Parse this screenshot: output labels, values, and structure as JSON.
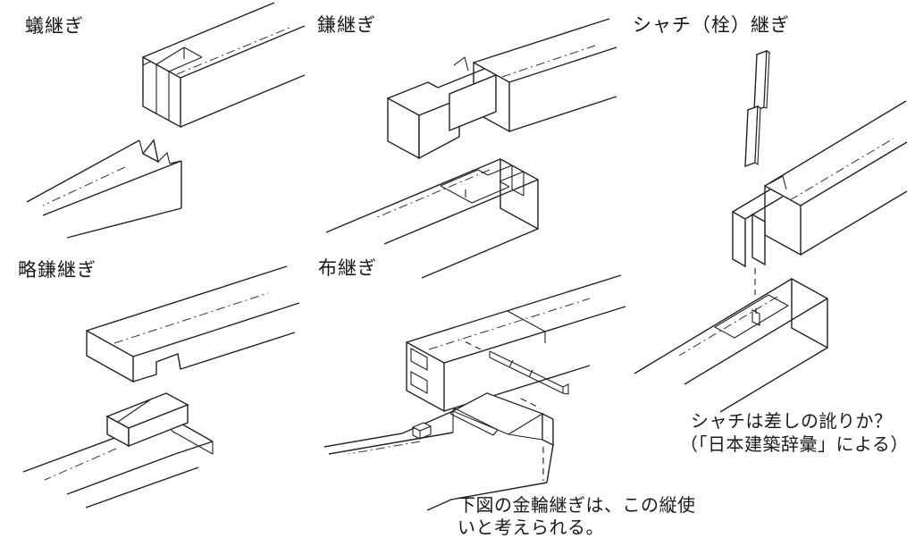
{
  "figures": [
    {
      "id": "ari",
      "label": "蟻継ぎ"
    },
    {
      "id": "kama",
      "label": "鎌継ぎ"
    },
    {
      "id": "shachi",
      "label": "シャチ（栓）継ぎ"
    },
    {
      "id": "ryakukama",
      "label": "略鎌継ぎ"
    },
    {
      "id": "nuno",
      "label": "布継ぎ"
    }
  ],
  "annotations": {
    "shachi_note_line1": "シャチは差しの訛りか？",
    "shachi_note_line2": "（「日本建築辞彙」による）",
    "kanawa_note_line1": "下図の金輪継ぎは、この縦使",
    "kanawa_note_line2": "いと考えられる。"
  },
  "colors": {
    "ink": "#222222",
    "paper": "#ffffff"
  }
}
